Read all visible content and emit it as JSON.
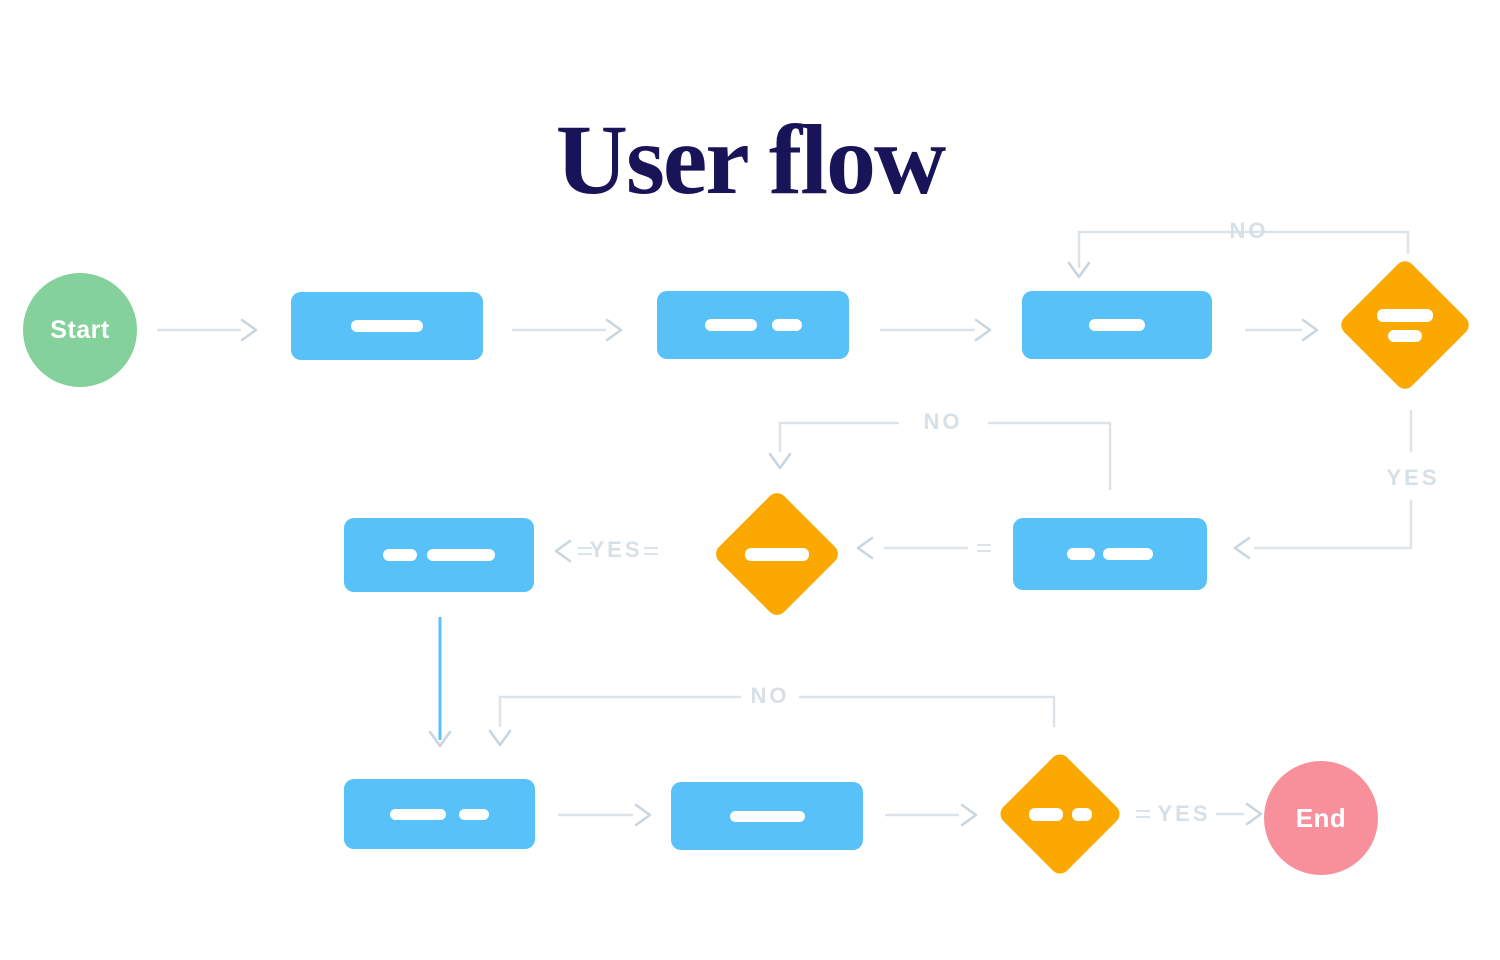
{
  "title": "User flow",
  "colors": {
    "title_navy": "#181457",
    "node_blue": "#58C2F8",
    "start_green": "#85D19B",
    "decision_orange": "#FBA901",
    "end_pink": "#F8909C",
    "connector_gray": "#DCE4EA",
    "arrowhead_gray": "#C9D6E0",
    "edge_label_gray": "#D7E0E7"
  },
  "nodes": {
    "start": {
      "label": "Start",
      "type": "start"
    },
    "end": {
      "label": "End",
      "type": "end"
    }
  },
  "edge_labels": {
    "no_1": "NO",
    "no_2": "NO",
    "no_3": "NO",
    "yes_1": "YES",
    "yes_2": "YES",
    "yes_3": "YES"
  }
}
